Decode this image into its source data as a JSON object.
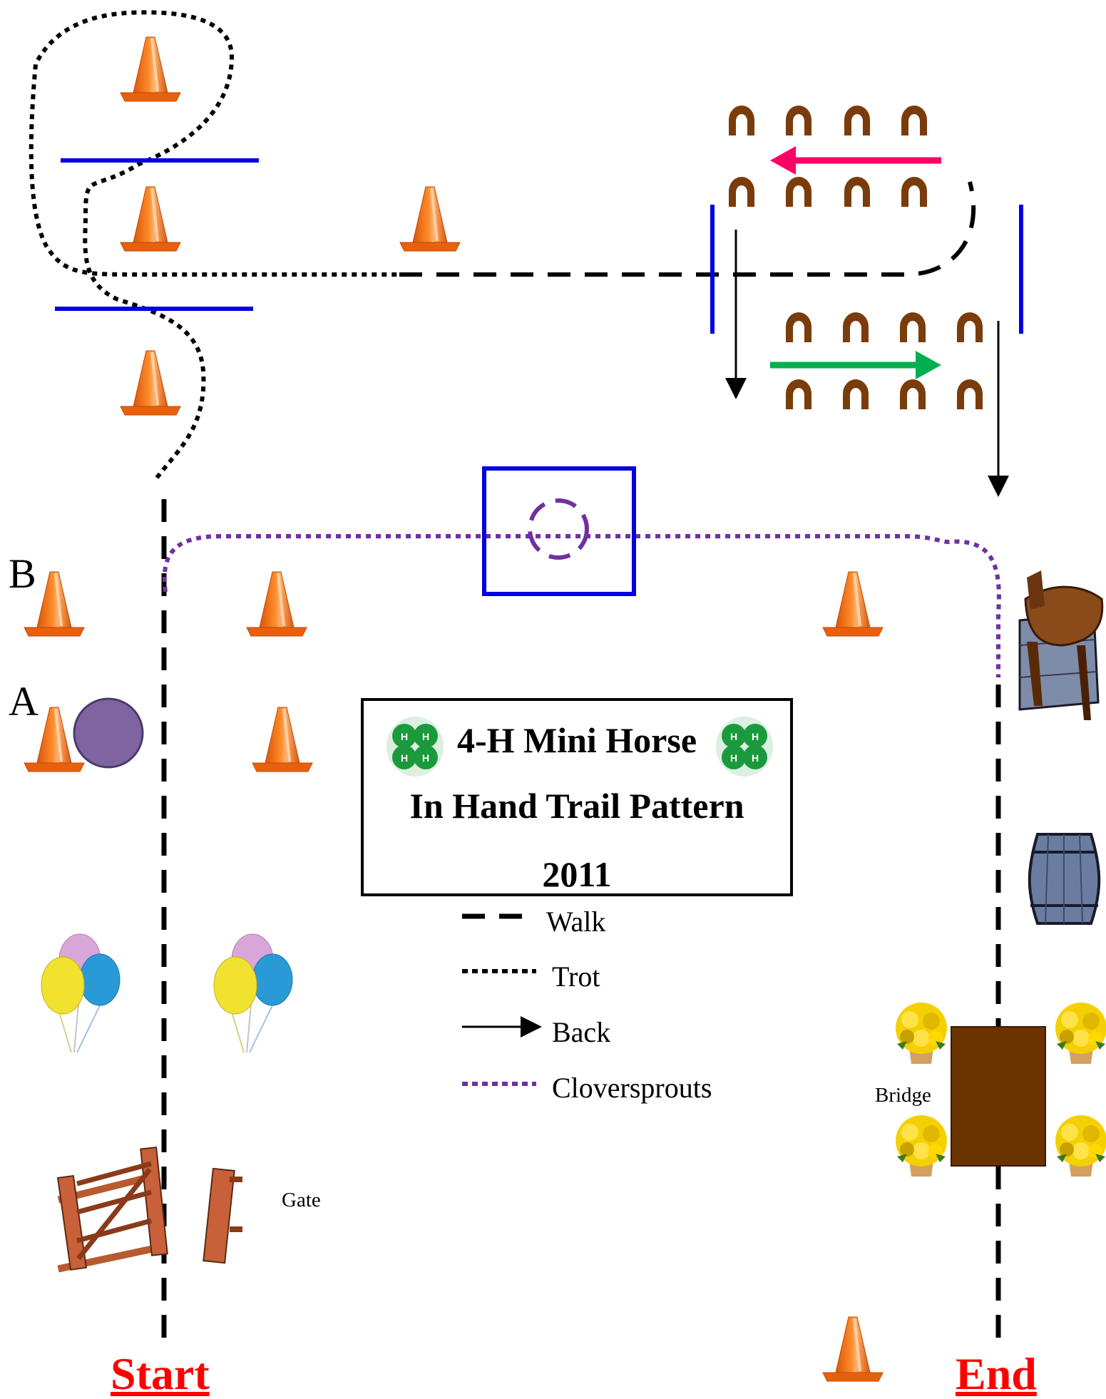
{
  "title": {
    "line1": "4-H Mini Horse",
    "line2": "In Hand Trail Pattern",
    "line3": "2011"
  },
  "labels": {
    "b": "B",
    "a": "A",
    "gate": "Gate",
    "bridge": "Bridge",
    "start": "Start",
    "end": "End"
  },
  "legend": [
    {
      "style": "walk",
      "label": "Walk"
    },
    {
      "style": "trot",
      "label": "Trot"
    },
    {
      "style": "back",
      "label": "Back"
    },
    {
      "style": "cloversprouts",
      "label": "Cloversprouts"
    }
  ],
  "colors": {
    "cone": "#f36f10",
    "pole": "#0000e0",
    "horseshoe": "#7a3c0b",
    "arrow_left": "#ff0066",
    "arrow_right": "#00b050",
    "cloversprouts_path": "#7030a0",
    "purple_circle": "#8064a2",
    "bridge": "#6b3300",
    "start_end": "#ff0000",
    "clover": "#1a9a3c"
  },
  "icons": [
    "traffic-cone-icon",
    "horseshoe-icon",
    "balloons-icon",
    "gate-icon",
    "saddle-on-barrel-icon",
    "barrel-icon",
    "flower-pot-icon",
    "four-h-clover-icon"
  ]
}
